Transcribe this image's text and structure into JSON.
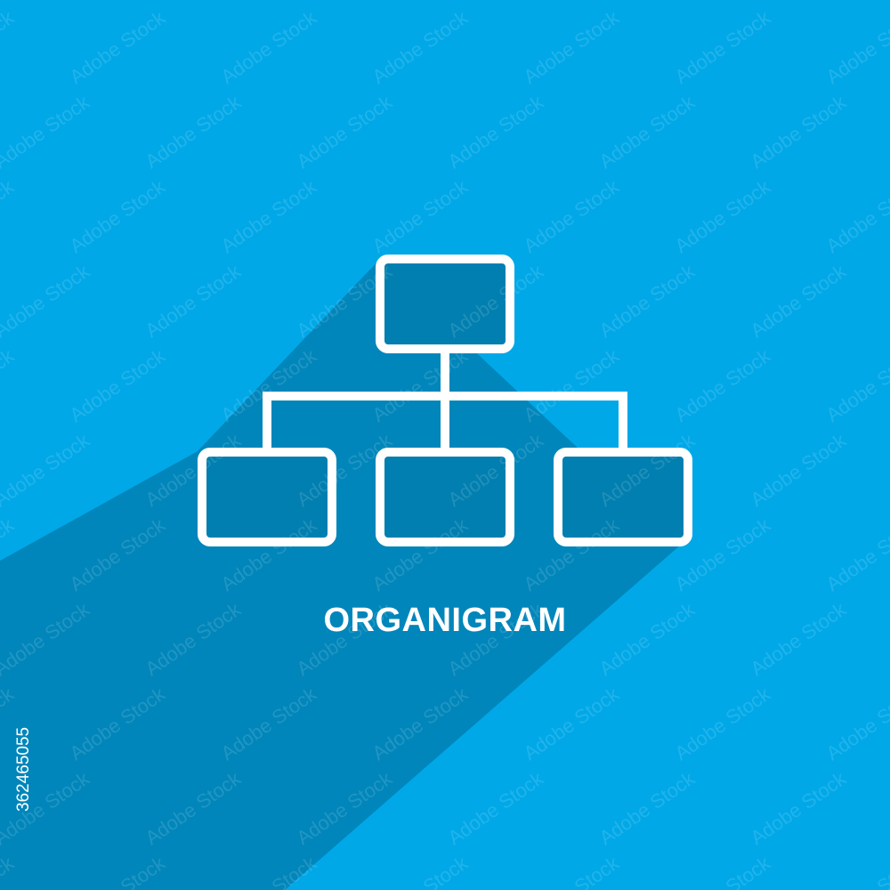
{
  "caption": "ORGANIGRAM",
  "stock_id": "362465055",
  "watermark_text": "Adobe Stock",
  "icon": "org-chart-icon",
  "colors": {
    "background": "#00A8E8",
    "long_shadow": "#0086BA",
    "icon_box_fill": "#007FB0",
    "icon_stroke": "#FFFFFF",
    "caption": "#FFFFFF",
    "stock_id": "#FFFFFF"
  }
}
